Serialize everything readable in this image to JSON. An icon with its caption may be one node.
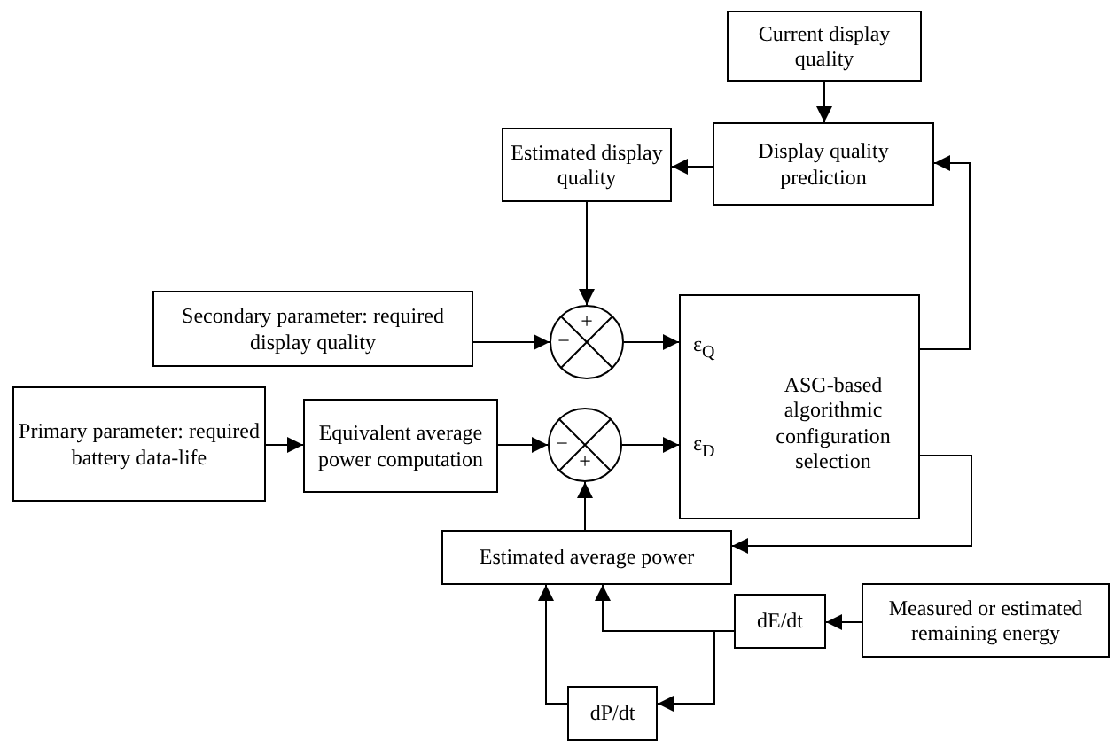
{
  "diagram": {
    "nodes": [
      {
        "text": [
          "Current display quality"
        ]
      },
      {
        "text": [
          "Display quality prediction"
        ]
      },
      {
        "text": [
          "Estimated display quality"
        ]
      },
      {
        "text": [
          "Secondary parameter: required display quality"
        ]
      },
      {
        "text": [
          "+",
          "−"
        ]
      },
      {
        "text": [
          "ε$_{Q}$",
          "ε$_{D}$",
          "ASG-based algorithmic configuration selection"
        ]
      },
      {
        "text": [
          "Primary parameter: required battery data-life"
        ]
      },
      {
        "text": [
          "Equivalent average power computation"
        ]
      },
      {
        "text": [
          "−",
          "+"
        ]
      },
      {
        "text": [
          "Estimated average power"
        ]
      },
      {
        "text": [
          "dE/dt"
        ]
      },
      {
        "text": [
          "Measured or estimated remaining energy"
        ]
      },
      {
        "text": [
          "dP/dt"
        ]
      }
    ],
    "edges": [
      {
        "from": 0,
        "to": 1,
        "arrow": "to"
      },
      {
        "from": 1,
        "to": 2,
        "arrow": "to"
      },
      {
        "from": 2,
        "to": 4,
        "arrow": "to"
      },
      {
        "from": 3,
        "to": 4,
        "arrow": "to"
      },
      {
        "from": 4,
        "to": 5,
        "arrow": "to"
      },
      {
        "from": 5,
        "to": 1,
        "arrow": "to"
      },
      {
        "from": 6,
        "to": 7,
        "arrow": "to"
      },
      {
        "from": 7,
        "to": 8,
        "arrow": "to"
      },
      {
        "from": 8,
        "to": 5,
        "arrow": "to"
      },
      {
        "from": 9,
        "to": 8,
        "arrow": "to"
      },
      {
        "from": 5,
        "to": 9,
        "arrow": "to"
      },
      {
        "from": 11,
        "to": 10,
        "arrow": "to"
      },
      {
        "from": 10,
        "to": 9,
        "arrow": "to"
      },
      {
        "from": 10,
        "to": 12,
        "arrow": "to"
      },
      {
        "from": 12,
        "to": 9,
        "arrow": "to"
      }
    ]
  }
}
